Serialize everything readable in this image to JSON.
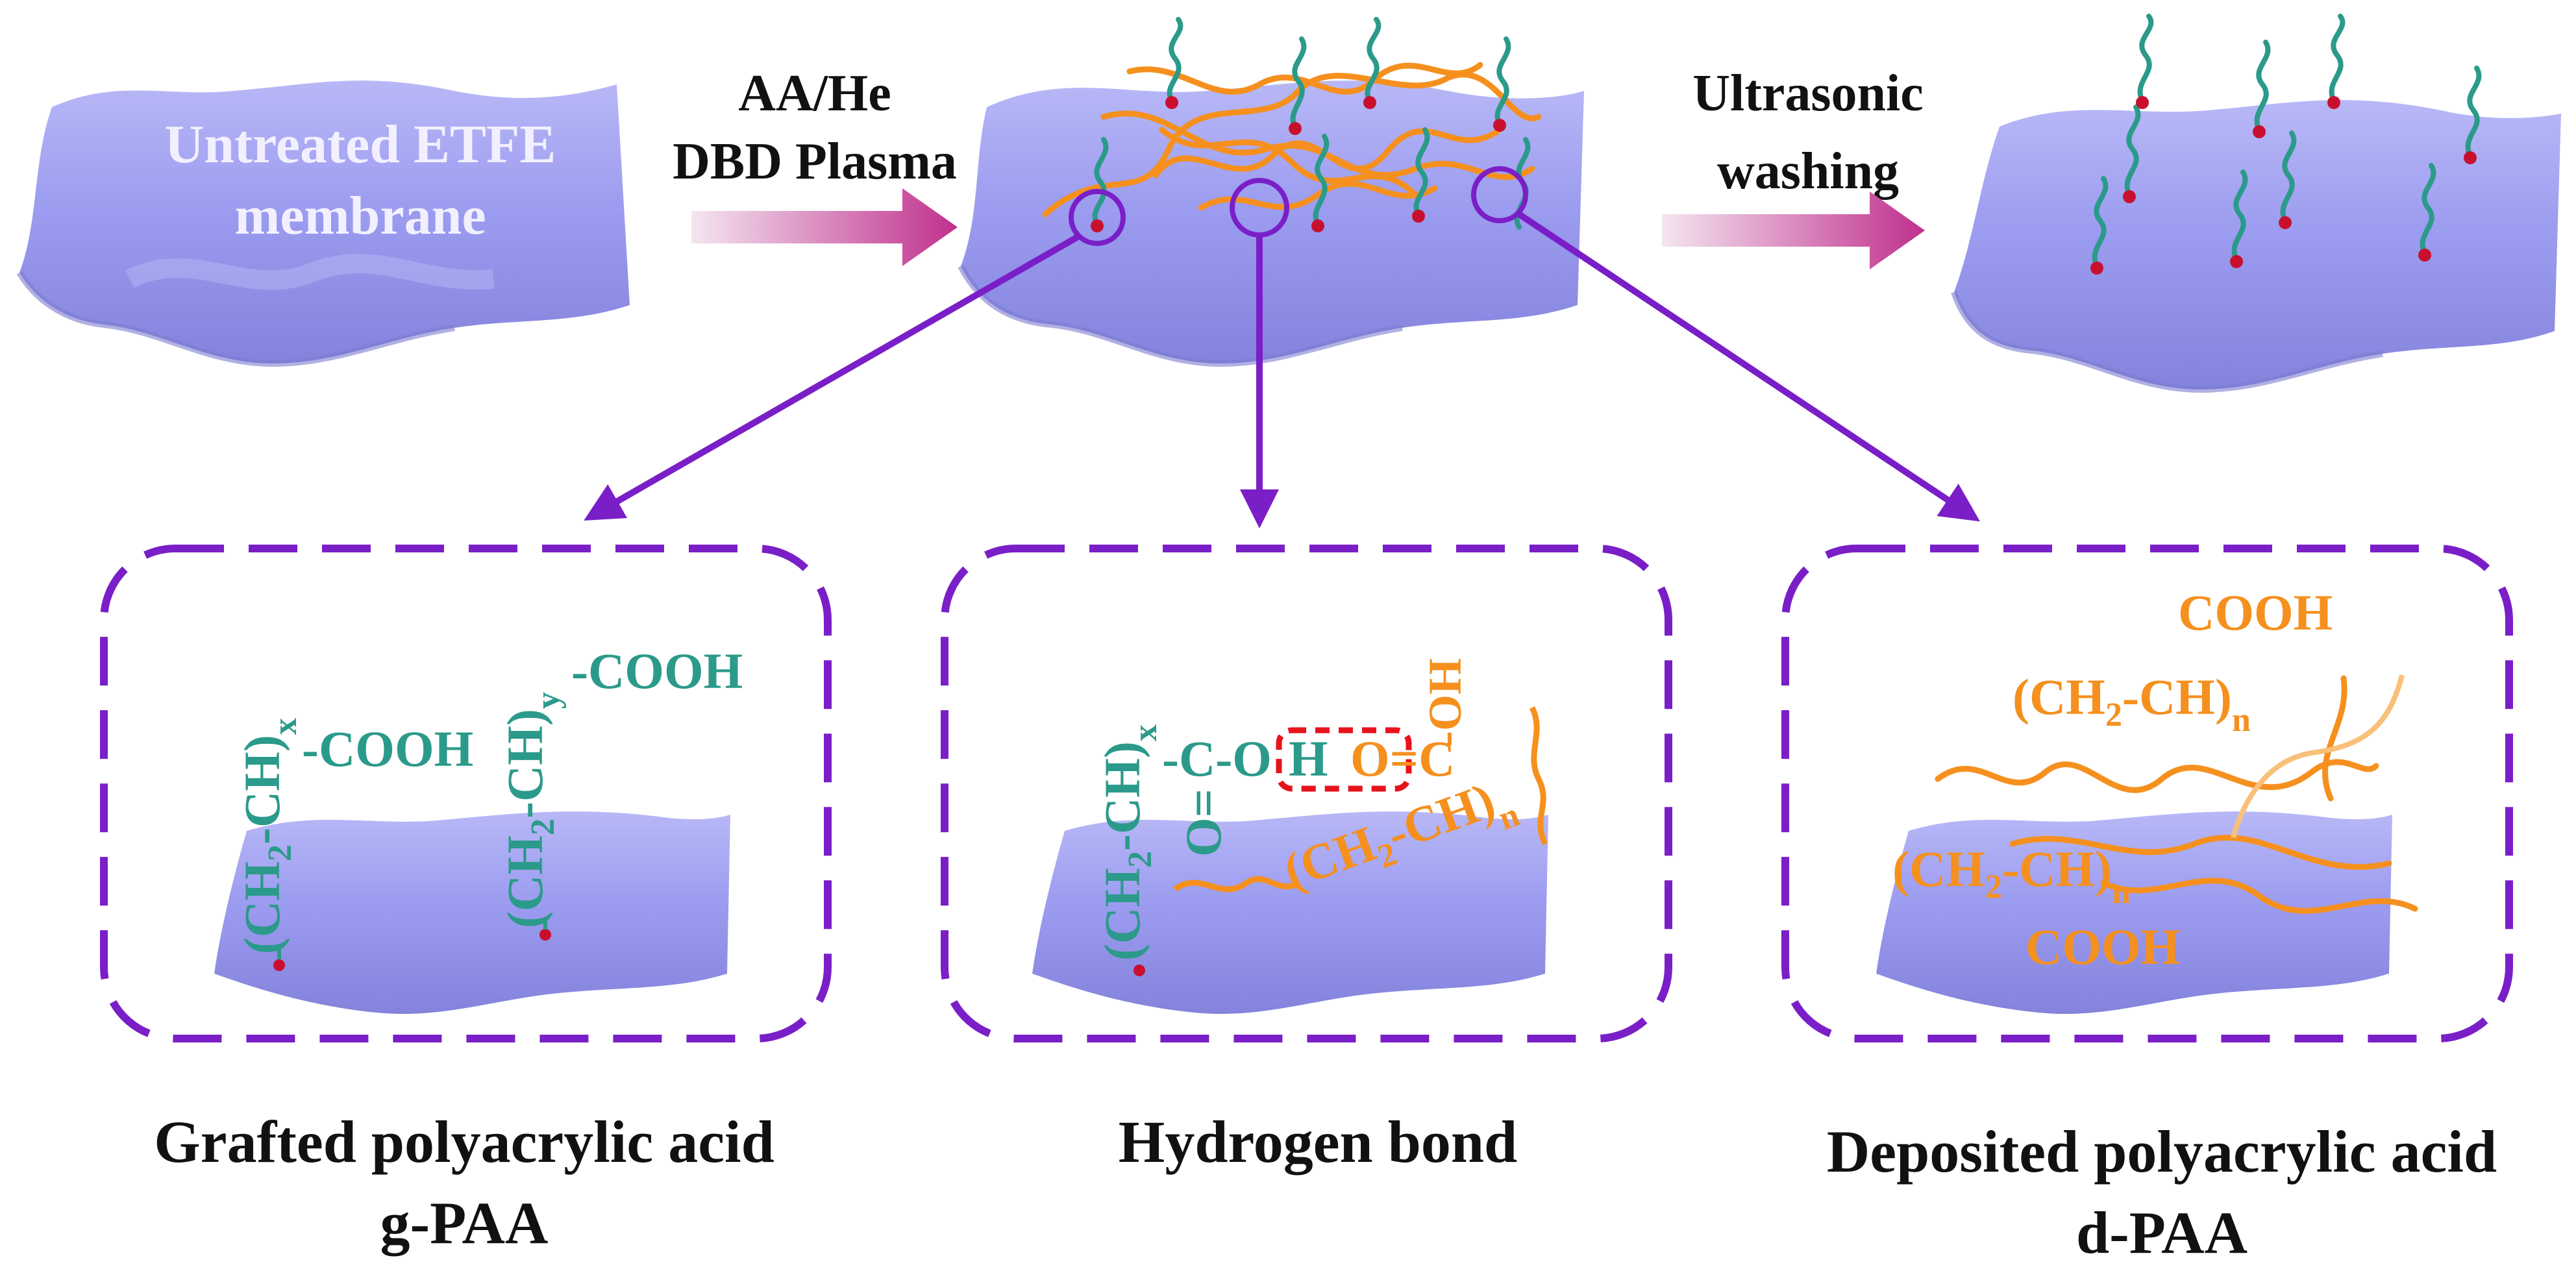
{
  "colors": {
    "membrane": "#9c9cf0",
    "membrane_shadow": "#7f7fd8",
    "membrane_highlight": "#c4c4fa",
    "purple": "#7a1fc7",
    "teal": "#2b9a8a",
    "orange": "#f5901f",
    "dot_red": "#c8102e",
    "highlight_red": "#e8121c",
    "arrow_pink": "#c83e9a"
  },
  "top": {
    "untreated_line1": "Untreated ETFE",
    "untreated_line2": "membrane",
    "step1_line1": "AA/He",
    "step1_line2": "DBD Plasma",
    "step2_line1": "Ultrasonic",
    "step2_line2": "washing"
  },
  "panel1": {
    "chain1_backbone": "(CH",
    "chain1_sub2": "2",
    "chain1_rest": "-CH)",
    "chain1_subscript": "x",
    "chain1_group": "-COOH",
    "chain2_backbone": "(CH",
    "chain2_sub2": "2",
    "chain2_rest": "-CH)",
    "chain2_subscript": "y",
    "chain2_group": "-COOH",
    "caption_line1": "Grafted polyacrylic acid",
    "caption_line2": "g-PAA"
  },
  "panel2": {
    "chain_backbone": "(CH",
    "chain_sub2": "2",
    "chain_rest": "-CH)",
    "chain_subscript": "x",
    "carboxyl": "-C-O",
    "hydrogen": "H",
    "carbonyl_o": "O",
    "oxygen_left": "O",
    "double_bond": "=",
    "acceptor": "O=C",
    "oh": "-OH",
    "orange_backbone": "(CH",
    "orange_sub2": "2",
    "orange_rest": "-CH)",
    "orange_subscript": "n",
    "caption": "Hydrogen bond"
  },
  "panel3": {
    "cooh_top": "COOH",
    "chain_top_backbone": "(CH",
    "chain_top_sub2": "2",
    "chain_top_rest": "-CH)",
    "chain_top_subscript": "n",
    "chain_bottom_backbone": "(CH",
    "chain_bottom_sub2": "2",
    "chain_bottom_rest": "-CH)",
    "chain_bottom_subscript": "n",
    "cooh_bottom": "COOH",
    "caption_line1": "Deposited polyacrylic acid",
    "caption_line2": "d-PAA"
  }
}
